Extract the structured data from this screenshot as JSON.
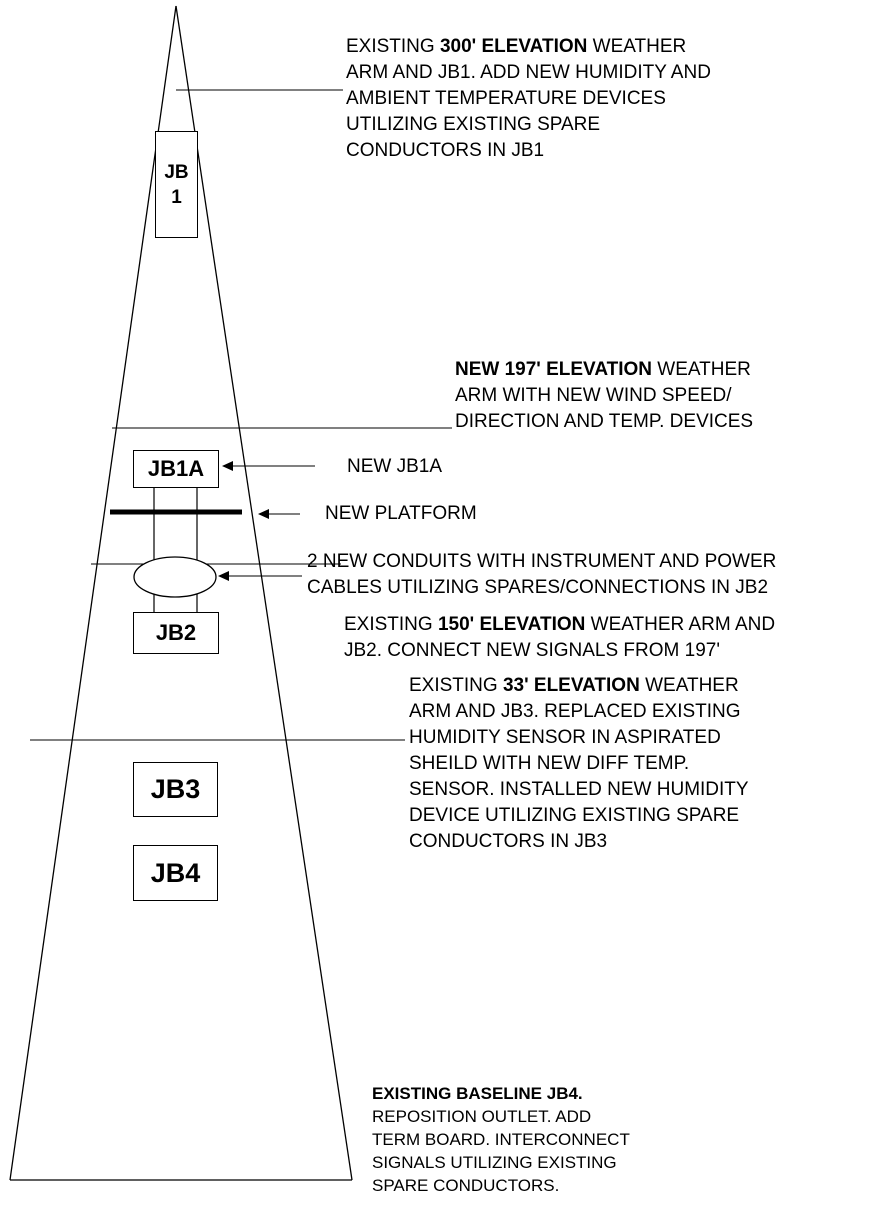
{
  "diagram": {
    "junction_boxes": {
      "jb1_line1": "JB",
      "jb1_line2": "1",
      "jb1a": "JB1A",
      "jb2": "JB2",
      "jb3": "JB3",
      "jb4": "JB4"
    },
    "notes": {
      "elev300": {
        "l1_pre": "EXISTING ",
        "l1_bold": "300' ELEVATION",
        "l1_post": " WEATHER",
        "l2": "ARM AND JB1. ADD NEW HUMIDITY AND",
        "l3": "AMBIENT TEMPERATURE DEVICES",
        "l4": "UTILIZING EXISTING SPARE",
        "l5": "CONDUCTORS IN JB1"
      },
      "elev197": {
        "l1_bold": "NEW 197' ELEVATION",
        "l1_post": " WEATHER",
        "l2": "ARM WITH NEW WIND SPEED/",
        "l3": "DIRECTION AND TEMP. DEVICES"
      },
      "new_jb1a": "NEW JB1A",
      "new_platform": "NEW PLATFORM",
      "conduits": {
        "l1": "2 NEW CONDUITS WITH INSTRUMENT AND POWER",
        "l2": "CABLES UTILIZING SPARES/CONNECTIONS IN JB2"
      },
      "elev150": {
        "l1_pre": "EXISTING ",
        "l1_bold": "150' ELEVATION",
        "l1_post": " WEATHER ARM AND",
        "l2": "JB2. CONNECT NEW SIGNALS FROM 197'"
      },
      "elev33": {
        "l1_pre": "EXISTING ",
        "l1_bold": "33' ELEVATION",
        "l1_post": " WEATHER",
        "l2": "ARM AND JB3. REPLACED EXISTING",
        "l3": "HUMIDITY SENSOR IN ASPIRATED",
        "l4": "SHEILD WITH NEW DIFF TEMP.",
        "l5": "SENSOR. INSTALLED NEW HUMIDITY",
        "l6": "DEVICE UTILIZING EXISTING SPARE",
        "l7": "CONDUCTORS IN JB3"
      },
      "baseline": {
        "l1_bold": "EXISTING BASELINE JB4.",
        "l2": "REPOSITION OUTLET. ADD",
        "l3": "TERM BOARD. INTERCONNECT",
        "l4": "SIGNALS UTILIZING EXISTING",
        "l5": "SPARE CONDUCTORS."
      }
    }
  }
}
